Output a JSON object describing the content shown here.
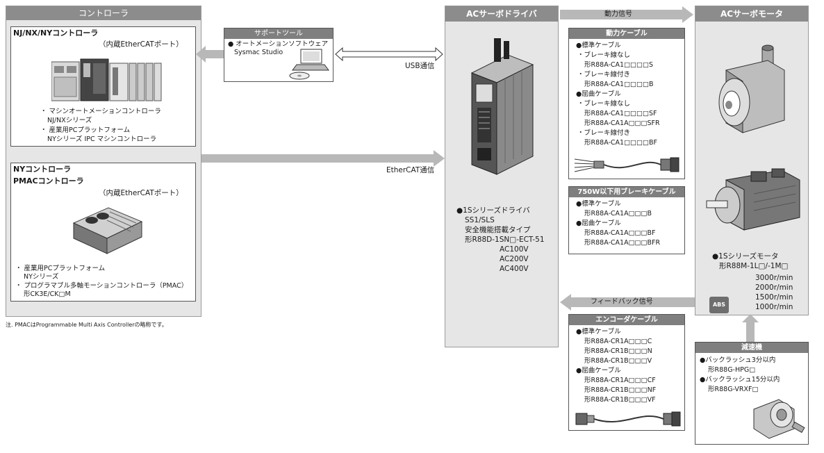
{
  "controller": {
    "header": "コントローラ",
    "nj_box": {
      "title": "NJ/NX/NYコントローラ",
      "subtitle": "（内蔵EtherCATポート）",
      "items": [
        "・ マシンオートメーションコントローラ",
        "NJ/NXシリーズ",
        "・ 産業用PCプラットフォーム",
        "NYシリーズ IPC マシンコントローラ"
      ]
    },
    "ny_box": {
      "title1": "NYコントローラ",
      "title2": "PMACコントローラ",
      "subtitle": "（内蔵EtherCATポート）",
      "items": [
        "・ 産業用PCプラットフォーム",
        "NYシリーズ",
        "・ プログラマブル多軸モーションコントローラ（PMAC）",
        "形CK3E/CK□M"
      ]
    },
    "note": "注. PMACはProgrammable Multi Axis Controllerの略称です。"
  },
  "support_tool": {
    "header": "サポートツール",
    "line1": "● オートメーションソフトウェア",
    "line2": "Sysmac Studio"
  },
  "usb_label": "USB通信",
  "ethercat_label": "EtherCAT通信",
  "driver": {
    "header": "ACサーボドライバ",
    "lines": [
      "●1Sシリーズドライバ",
      "SS1/SLS",
      "安全機能搭載タイプ",
      "形R88D-1SN□-ECT-51",
      "AC100V",
      "AC200V",
      "AC400V"
    ]
  },
  "power_signal_label": "動力信号",
  "feedback_signal_label": "フィードバック信号",
  "power_cable": {
    "header": "動力ケーブル",
    "lines": [
      "●標準ケーブル",
      "・ブレーキ線なし",
      "形R88A-CA1□□□□S",
      "・ブレーキ線付き",
      "形R88A-CA1□□□□B",
      "●屈曲ケーブル",
      "・ブレーキ線なし",
      "形R88A-CA1□□□□SF",
      "形R88A-CA1A□□□SFR",
      "・ブレーキ線付き",
      "形R88A-CA1□□□□BF"
    ]
  },
  "brake_cable": {
    "header": "750W以下用ブレーキケーブル",
    "lines": [
      "●標準ケーブル",
      "形R88A-CA1A□□□B",
      "●屈曲ケーブル",
      "形R88A-CA1A□□□BF",
      "形R88A-CA1A□□□BFR"
    ]
  },
  "encoder_cable": {
    "header": "エンコーダケーブル",
    "lines": [
      "●標準ケーブル",
      "形R88A-CR1A□□□C",
      "形R88A-CR1B□□□N",
      "形R88A-CR1B□□□V",
      "●屈曲ケーブル",
      "形R88A-CR1A□□□CF",
      "形R88A-CR1B□□□NF",
      "形R88A-CR1B□□□VF"
    ]
  },
  "motor": {
    "header": "ACサーボモータ",
    "line1": "●1Sシリーズモータ",
    "line2": "形R88M-1L□/-1M□",
    "speeds": [
      "3000r/min",
      "2000r/min",
      "1500r/min",
      "1000r/min"
    ],
    "abs_badge": "ABS"
  },
  "reducer": {
    "header": "減速機",
    "lines": [
      "●バックラッシュ3分以内",
      "形R88G-HPG□",
      "●バックラッシュ15分以内",
      "形R88G-VRXF□"
    ]
  }
}
